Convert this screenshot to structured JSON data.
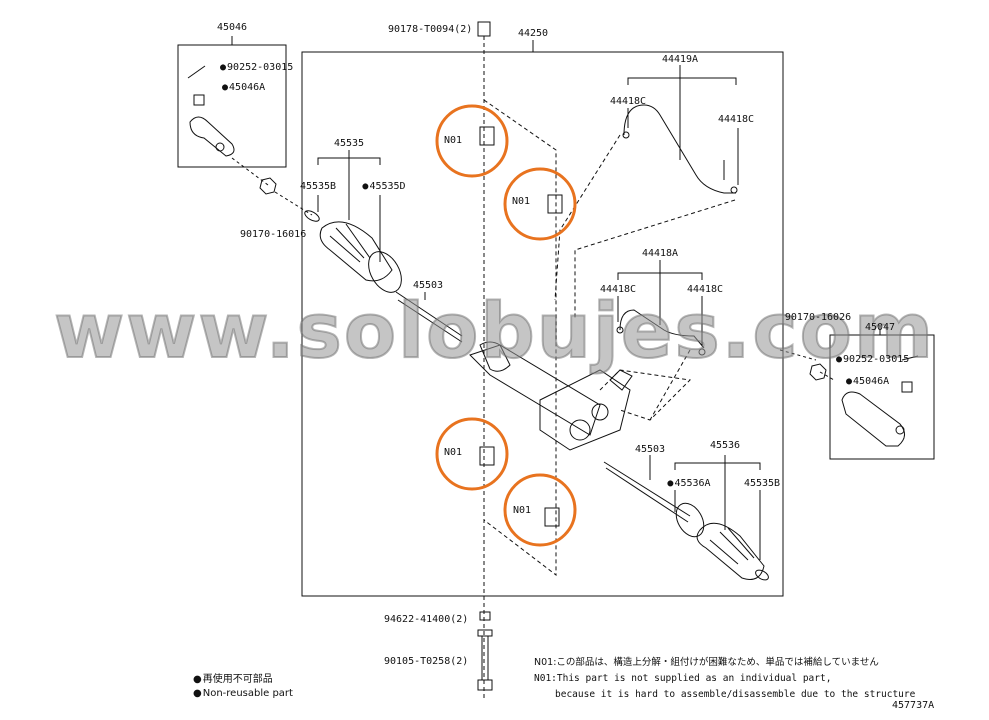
{
  "labels": {
    "top_left_box": "45046",
    "top_left_p1": "90252-03015",
    "top_left_p2": "45046A",
    "nut_left": "90170-16016",
    "top_bolt": "90178-T0094(2)",
    "main_assy": "44250",
    "pipe_upper": "44419A",
    "pipe_upper_c1": "44418C",
    "pipe_upper_c2": "44418C",
    "pipe_lower": "44418A",
    "pipe_lower_c1": "44418C",
    "pipe_lower_c2": "44418C",
    "boot_left": "45535",
    "boot_left_clamp": "45535B",
    "boot_left_band": "45535D",
    "rod_left": "45503",
    "rod_right": "45503",
    "boot_right": "45536",
    "boot_right_band": "45536A",
    "boot_right_clamp": "45535B",
    "right_nut": "90170-16026",
    "right_box": "45047",
    "right_p1": "90252-03015",
    "right_p2": "45046A",
    "n01_a": "N01",
    "n01_b": "N01",
    "n01_c": "N01",
    "n01_d": "N01",
    "washer": "94622-41400(2)",
    "bolt": "90105-T0258(2)"
  },
  "legend": {
    "jp": "再使用不可部品",
    "en": "Non-reusable part"
  },
  "notes": {
    "jp": "N01:この部品は、構造上分解・組付けが困難なため、単品では補給していません",
    "en1": "N01:This part is not supplied as an individual part,",
    "en2": "because it is hard to assemble/disassemble due to the structure"
  },
  "diagram_id": "457737A",
  "watermark": "www.solobujes.com",
  "colors": {
    "highlight": "#E8731F",
    "ink": "#111111"
  }
}
